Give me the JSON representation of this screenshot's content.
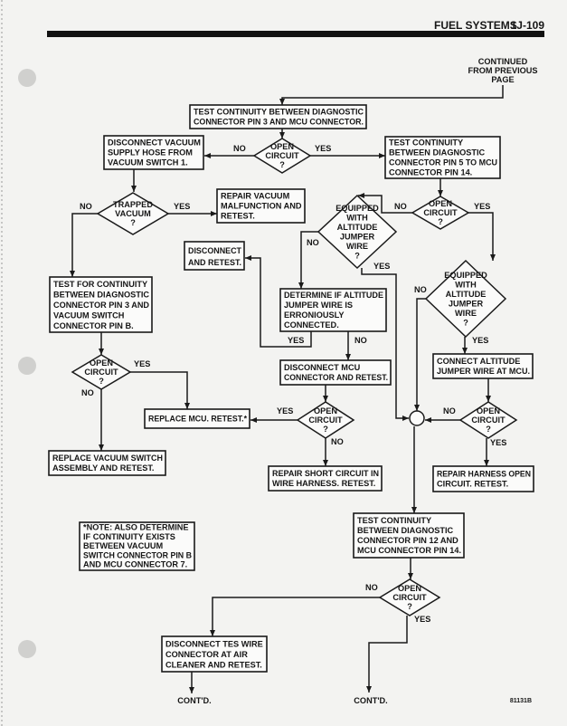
{
  "header": {
    "title": "FUEL SYSTEMS",
    "page": "1J-109"
  },
  "continued": [
    "CONTINUED",
    "FROM PREVIOUS",
    "PAGE"
  ],
  "labels": {
    "yes": "YES",
    "no": "NO",
    "contd": "CONT'D."
  },
  "figure_id": "81131B",
  "boxes": {
    "test_pin3_mcu": [
      "TEST CONTINUITY BETWEEN DIAGNOSTIC",
      "CONNECTOR PIN 3 AND MCU CONNECTOR."
    ],
    "disconnect_vacuum_hose": [
      "DISCONNECT VACUUM",
      "SUPPLY HOSE FROM",
      "VACUUM SWITCH 1."
    ],
    "test_pin5_mcu14": [
      "TEST CONTINUITY",
      "BETWEEN DIAGNOSTIC",
      "CONNECTOR PIN 5 TO MCU",
      "CONNECTOR PIN 14."
    ],
    "repair_vacuum": [
      "REPAIR VACUUM",
      "MALFUNCTION AND",
      "RETEST."
    ],
    "disconnect_retest": [
      "DISCONNECT",
      "AND RETEST."
    ],
    "test_pin3_vacuum_switch": [
      "TEST FOR CONTINUITY",
      "BETWEEN DIAGNOSTIC",
      "CONNECTOR PIN 3 AND",
      "VACUUM SWITCH",
      "CONNECTOR PIN B."
    ],
    "determine_altitude": [
      "DETERMINE IF ALTITUDE",
      "JUMPER WIRE IS",
      "ERRONIOUSLY",
      "CONNECTED."
    ],
    "disconnect_mcu": [
      "DISCONNECT MCU",
      "CONNECTOR AND RETEST."
    ],
    "connect_altitude": [
      "CONNECT ALTITUDE",
      "JUMPER WIRE AT MCU."
    ],
    "replace_mcu": [
      "REPLACE MCU. RETEST.*"
    ],
    "replace_vacuum_switch": [
      "REPLACE VACUUM SWITCH",
      "ASSEMBLY AND RETEST."
    ],
    "repair_short": [
      "REPAIR SHORT CIRCUIT IN",
      "WIRE HARNESS. RETEST."
    ],
    "repair_harness_open": [
      "REPAIR HARNESS OPEN",
      "CIRCUIT. RETEST."
    ],
    "note": [
      "*NOTE: ALSO DETERMINE",
      "IF CONTINUITY EXISTS",
      "BETWEEN VACUUM",
      "SWITCH CONNECTOR PIN B",
      "AND MCU CONNECTOR 7."
    ],
    "test_pin12_mcu14": [
      "TEST CONTINUITY",
      "BETWEEN DIAGNOSTIC",
      "CONNECTOR PIN 12 AND",
      "MCU CONNECTOR PIN 14."
    ],
    "disconnect_tes": [
      "DISCONNECT TES WIRE",
      "CONNECTOR AT AIR",
      "CLEANER AND RETEST."
    ]
  },
  "decisions": {
    "open_circuit_1": [
      "OPEN",
      "CIRCUIT",
      "?"
    ],
    "trapped_vacuum": [
      "TRAPPED",
      "VACUUM",
      "?"
    ],
    "open_circuit_2": [
      "OPEN",
      "CIRCUIT",
      "?"
    ],
    "equipped_altitude_1": [
      "EQUIPPED",
      "WITH",
      "ALTITUDE",
      "JUMPER",
      "WIRE",
      "?"
    ],
    "equipped_altitude_2": [
      "EQUIPPED",
      "WITH",
      "ALTITUDE",
      "JUMPER",
      "WIRE",
      "?"
    ],
    "open_circuit_left": [
      "OPEN",
      "CIRCUIT",
      "?"
    ],
    "open_circuit_mid": [
      "OPEN",
      "CIRCUIT",
      "?"
    ],
    "open_circuit_right": [
      "OPEN",
      "CIRCUIT",
      "?"
    ],
    "open_circuit_bottom": [
      "OPEN",
      "CIRCUIT",
      "?"
    ]
  }
}
